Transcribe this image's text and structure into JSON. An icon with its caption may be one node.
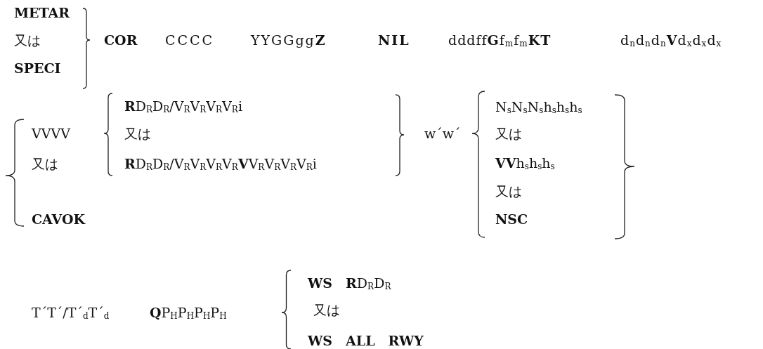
{
  "diagram": {
    "labels": [
      "METAR",
      "又は",
      "SPECI",
      "COR",
      "CCCC",
      "YYGGgg**Z**",
      "NIL",
      "dddff**G**f$_{m}$f$_{m}$**KT**",
      "d$_{n}$d$_{n}$d$_{n}$**V**d$_{x}$d$_{x}$d$_{x}$",
      "**R**D$_{R}$D$_{R}$/V$_{R}$V$_{R}$V$_{R}$V$_{R}$i",
      "N$_{s}$N$_{s}$N$_{s}$h$_{s}$h$_{s}$h$_{s}$",
      "VVVV",
      "又は",
      "w´w´",
      "又は",
      "又は",
      "**R**D$_{R}$D$_{R}$/V$_{R}$V$_{R}$V$_{R}$V$_{R}$**V**V$_{R}$V$_{R}$V$_{R}$V$_{R}$i",
      "**VV**h$_{s}$h$_{s}$h$_{s}$",
      "又は",
      "CAVOK",
      "NSC",
      "**WS**　**R**D$_{R}$D$_{R}$",
      "T´T´/T´$_{d}$T´$_{d}$",
      "**Q**P$_{H}$P$_{H}$P$_{H}$P$_{H}$",
      "又は",
      "WS　ALL　RWY"
    ]
  }
}
